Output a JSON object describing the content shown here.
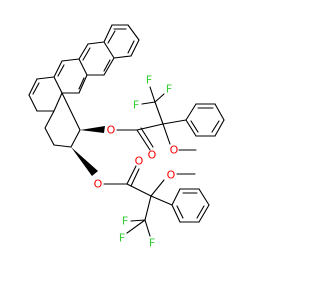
{
  "molecule": {
    "atom_labels": {
      "o_ester_top": "O",
      "o_carbonyl_top": "O",
      "o_methoxy_top": "O",
      "methyl_top": "",
      "f_top_1": "F",
      "f_top_2": "F",
      "f_top_3": "F",
      "o_ester_bottom": "O",
      "o_carbonyl_bottom": "O",
      "o_methoxy_bottom": "O",
      "f_bottom_1": "F",
      "f_bottom_2": "F",
      "f_bottom_3": "F"
    },
    "colors": {
      "bond": "#000000",
      "oxygen": "#ff0000",
      "fluorine": "#33cc33"
    }
  }
}
